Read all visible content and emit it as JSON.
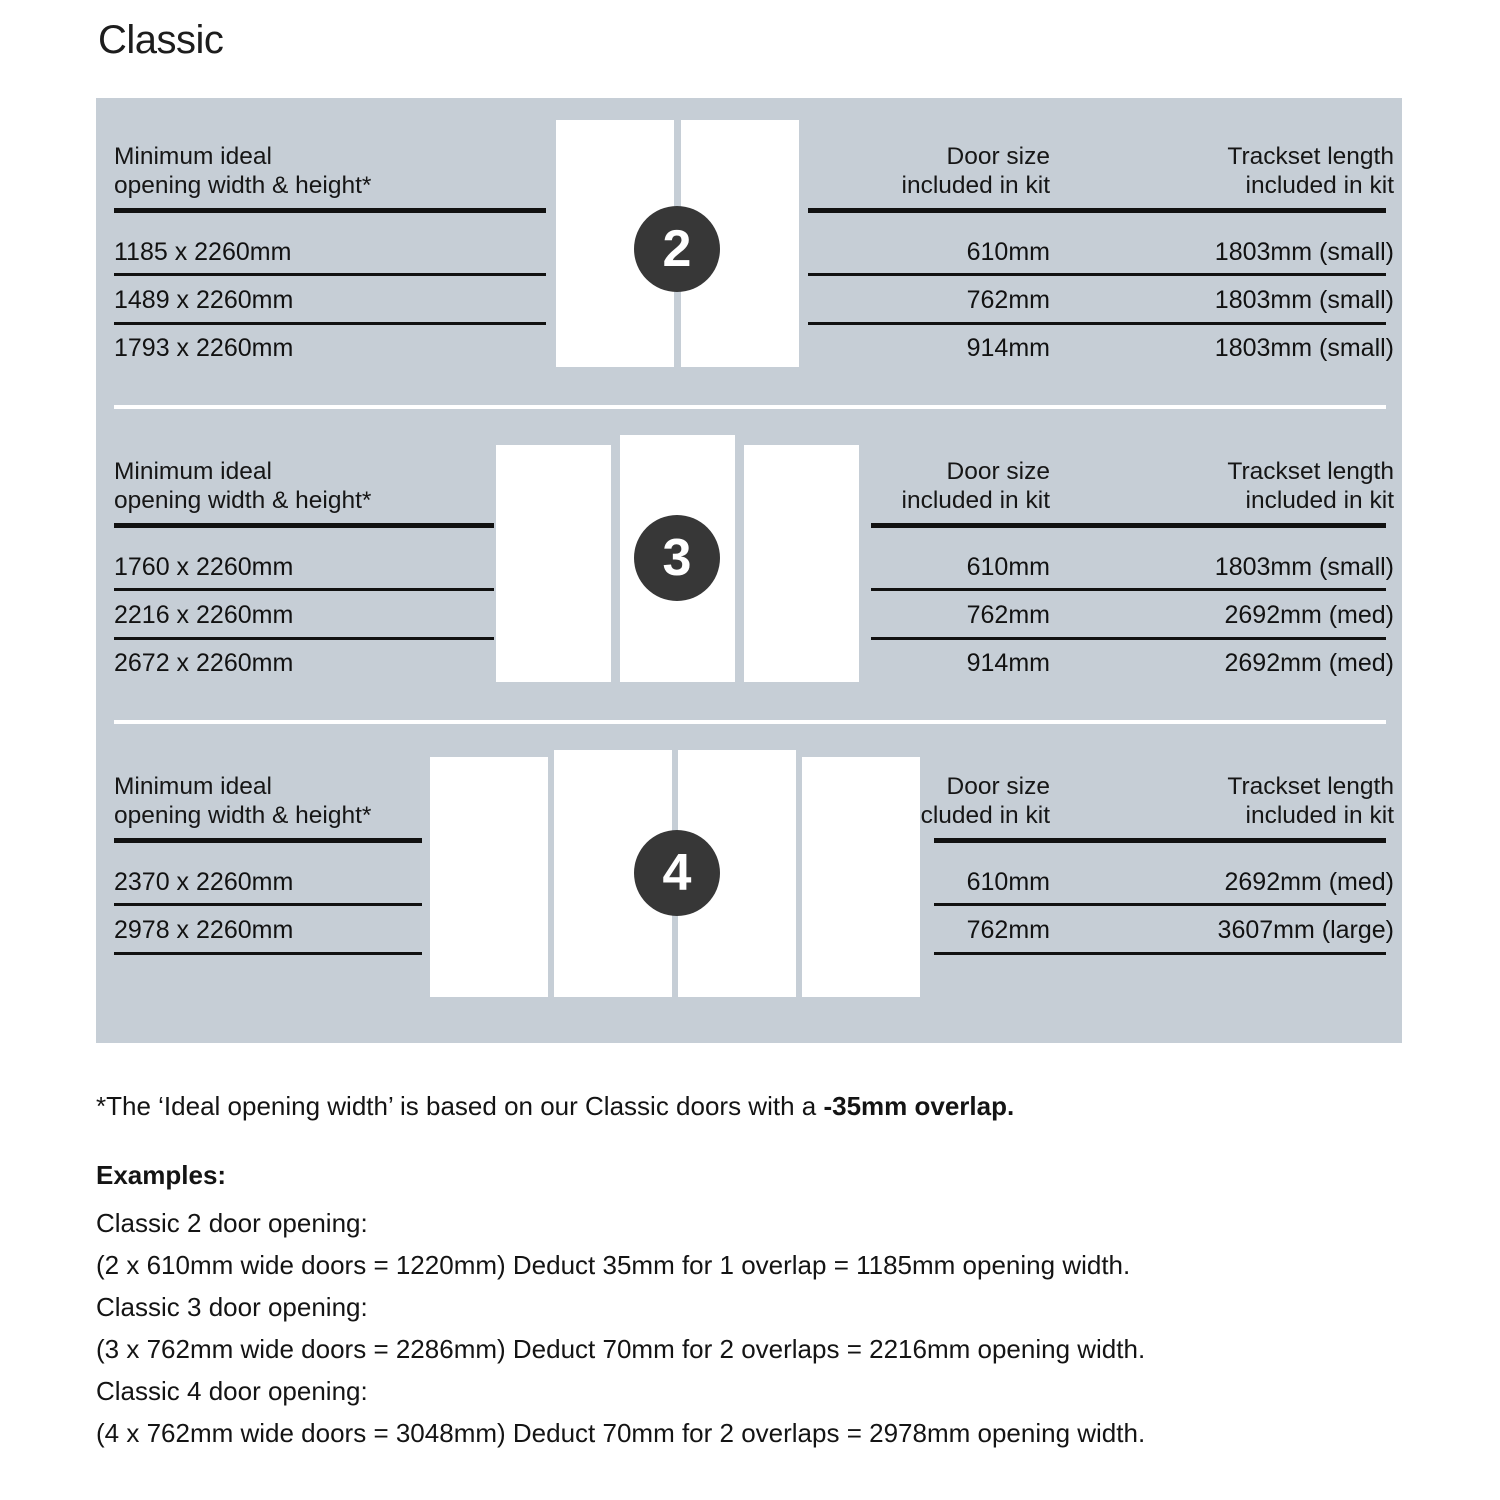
{
  "page_title": "Classic",
  "colors": {
    "panel_bg": "#c6ced6",
    "door_fill": "#ffffff",
    "badge_bg": "#373737",
    "rule": "#111111",
    "text": "#141414"
  },
  "column_headers": {
    "opening": "Minimum ideal\nopening width & height*",
    "door_size": "Door size\nincluded in kit",
    "trackset": "Trackset length\nincluded in kit"
  },
  "sections": [
    {
      "badge": "2",
      "door_count": 2,
      "rows": [
        {
          "opening": "1185 x 2260mm",
          "door_size": "610mm",
          "trackset": "1803mm (small)"
        },
        {
          "opening": "1489 x 2260mm",
          "door_size": "762mm",
          "trackset": "1803mm (small)"
        },
        {
          "opening": "1793 x 2260mm",
          "door_size": "914mm",
          "trackset": "1803mm (small)"
        }
      ]
    },
    {
      "badge": "3",
      "door_count": 3,
      "rows": [
        {
          "opening": "1760 x 2260mm",
          "door_size": "610mm",
          "trackset": "1803mm (small)"
        },
        {
          "opening": "2216 x 2260mm",
          "door_size": "762mm",
          "trackset": "2692mm (med)"
        },
        {
          "opening": "2672 x 2260mm",
          "door_size": "914mm",
          "trackset": "2692mm (med)"
        }
      ]
    },
    {
      "badge": "4",
      "door_count": 4,
      "rows": [
        {
          "opening": "2370 x 2260mm",
          "door_size": "610mm",
          "trackset": "2692mm (med)"
        },
        {
          "opening": "2978 x 2260mm",
          "door_size": "762mm",
          "trackset": "3607mm (large)"
        }
      ]
    }
  ],
  "footnote": {
    "prefix": "*The ‘Ideal opening width’ is based on our Classic doors with a ",
    "emphasis": "-35mm overlap."
  },
  "examples": {
    "heading": "Examples:",
    "items": [
      {
        "title": "Classic 2 door opening:",
        "detail": "(2 x 610mm wide doors = 1220mm)  Deduct 35mm for 1 overlap = 1185mm opening width."
      },
      {
        "title": "Classic 3 door opening:",
        "detail": "(3 x 762mm wide doors = 2286mm)  Deduct 70mm for 2 overlaps = 2216mm opening width."
      },
      {
        "title": "Classic 4 door opening:",
        "detail": "(4 x 762mm wide doors = 3048mm)  Deduct 70mm for 2 overlaps = 2978mm opening width."
      }
    ]
  }
}
